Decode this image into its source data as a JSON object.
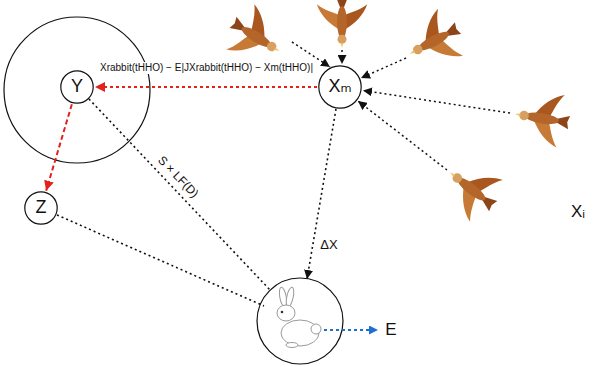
{
  "diagram": {
    "nodes": [
      {
        "text": [
          "Y"
        ]
      },
      {
        "text": [
          "Xₘ"
        ]
      },
      {
        "text": [
          "Z"
        ]
      }
    ],
    "edges": [
      {
        "from": 0,
        "to": 2,
        "arrow": "to"
      },
      {
        "from": 1,
        "to": 0,
        "label": "Xrabbit(tHHO) − E|JXrabbit(tHHO) − Xm(tHHO)|",
        "arrow": "to"
      }
    ],
    "labels": [
      "S × LF(D)",
      "ΔX",
      "Xᵢ",
      "E"
    ]
  }
}
